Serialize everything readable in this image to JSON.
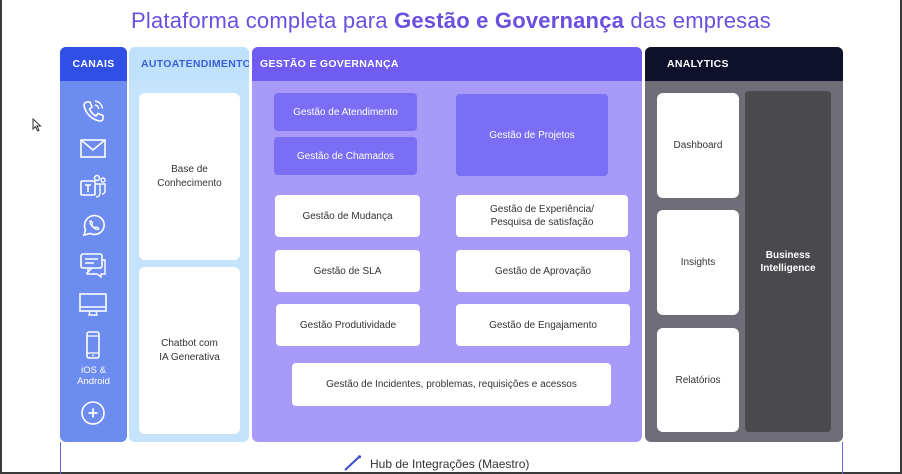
{
  "title": {
    "prefix": "Plataforma completa para ",
    "bold": "Gestão e Governança",
    "suffix": " das empresas"
  },
  "canais": {
    "header": "CANAIS",
    "icons": [
      "phone-icon",
      "email-icon",
      "teams-icon",
      "whatsapp-icon",
      "chat-icon",
      "desktop-icon",
      "mobile-icon",
      "add-icon"
    ],
    "mobile_label_1": "iOS &",
    "mobile_label_2": "Android"
  },
  "autoatendimento": {
    "header": "AUTOATENDIMENTO",
    "cards": [
      {
        "line1": "Base de",
        "line2": "Conhecimento"
      },
      {
        "line1": "Chatbot com",
        "line2": "IA Generativa"
      }
    ]
  },
  "gestao": {
    "header": "GESTÃO E GOVERNANÇA",
    "atendimento": "Gestão de Atendimento",
    "chamados": "Gestão de Chamados",
    "projetos": "Gestão de Projetos",
    "mudanca": "Gestão de Mudança",
    "experiencia_1": "Gestão de Experiência/",
    "experiencia_2": "Pesquisa de satisfação",
    "sla": "Gestão de SLA",
    "aprovacao": "Gestão de Aprovação",
    "produtividade": "Gestão Produtividade",
    "engajamento": "Gestão de Engajamento",
    "incidentes": "Gestão de Incidentes, problemas,  requisições e acessos"
  },
  "analytics": {
    "header": "ANALYTICS",
    "dashboard": "Dashboard",
    "insights": "Insights",
    "relatorios": "Relatórios",
    "bi_1": "Business",
    "bi_2": "Intelligence"
  },
  "hub": {
    "label": "Hub de Integrações (Maestro)"
  },
  "colors": {
    "title": "#6b4fe0",
    "canais_header": "#2f4fe6",
    "canais_body": "#6d8cf0",
    "auto_body": "#c5e4fb",
    "gestao_header": "#6f5cf3",
    "gestao_body": "#a79af8",
    "analytics_header": "#0f1029",
    "analytics_body": "#6e6d78"
  }
}
